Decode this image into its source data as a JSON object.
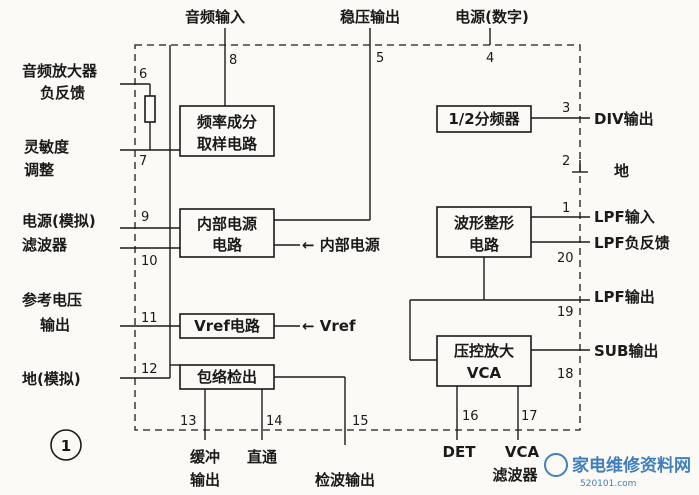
{
  "figure_number": "1",
  "blocks": {
    "sampling": [
      "频率成分",
      "取样电路"
    ],
    "power": [
      "内部电源",
      "电路"
    ],
    "vref": "Vref电路",
    "envelope": "包络检出",
    "divider": "1/2分频器",
    "waveshaper": [
      "波形整形",
      "电路"
    ],
    "vca": [
      "压控放大",
      "VCA"
    ]
  },
  "side_labels": {
    "internal_power": "← 内部电源",
    "vref_out": "← Vref"
  },
  "pins": {
    "p1": "1",
    "p2": "2",
    "p3": "3",
    "p4": "4",
    "p5": "5",
    "p6": "6",
    "p7": "7",
    "p8": "8",
    "p9": "9",
    "p10": "10",
    "p11": "11",
    "p12": "12",
    "p13": "13",
    "p14": "14",
    "p15": "15",
    "p16": "16",
    "p17": "17",
    "p18": "18",
    "p19": "19",
    "p20": "20"
  },
  "pin_labels": {
    "audio_in": "音频输入",
    "reg_out": "稳压输出",
    "power_digital": "电源(数字)",
    "amp_feedback": [
      "音频放大器",
      "负反馈"
    ],
    "sensitivity": [
      "灵敏度",
      "调整"
    ],
    "power_analog": [
      "电源(模拟)",
      "滤波器"
    ],
    "vref_output": [
      "参考电压",
      "输出"
    ],
    "ground_analog": "地(模拟)",
    "buffer_out": [
      "缓冲",
      "输出"
    ],
    "direct": "直通",
    "detect_out": "检波输出",
    "det": "DET",
    "vca_filter": [
      "VCA",
      "滤波器"
    ],
    "div_out": "DIV输出",
    "ground": "地",
    "lpf_in": "LPF输入",
    "lpf_feedback": "LPF负反馈",
    "lpf_out": "LPF输出",
    "sub_out": "SUB输出"
  },
  "watermark": {
    "text": "家电维修资料网",
    "url": "520101.com"
  }
}
